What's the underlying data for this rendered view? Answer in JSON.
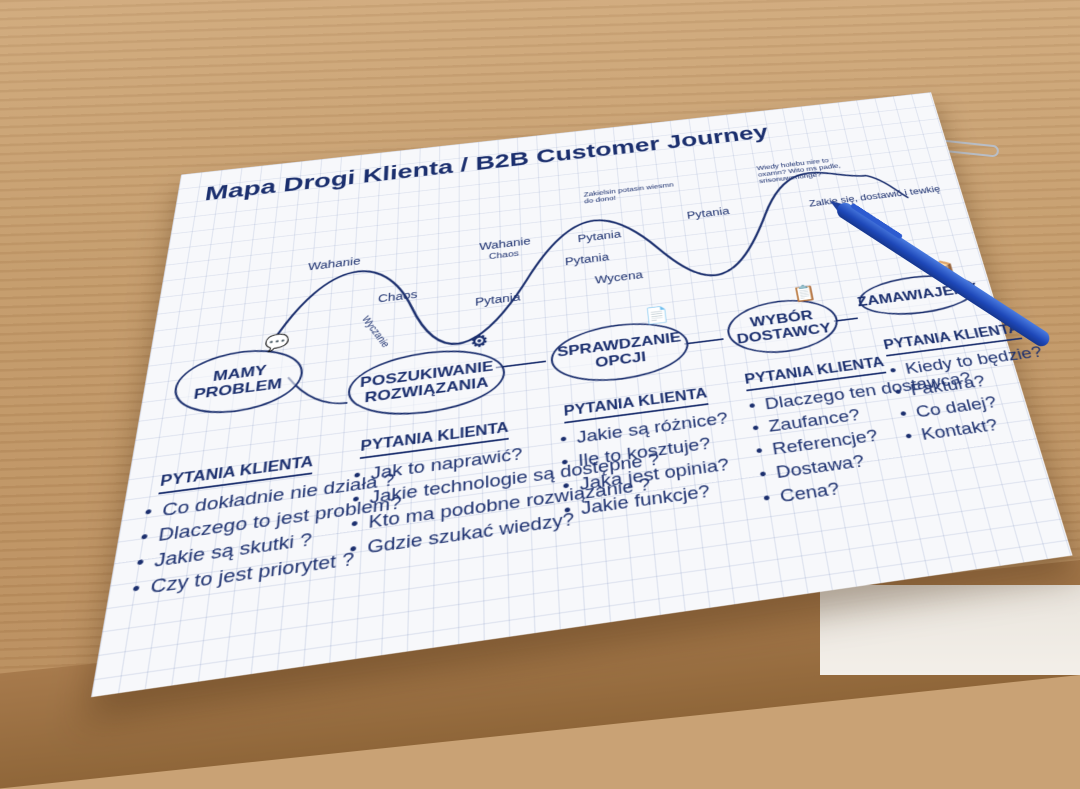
{
  "title": "Mapa Drogi Klienta / B2B Customer Journey",
  "emotions": {
    "wahanie_1": "Wahanie",
    "chaos_1": "Chaos",
    "wyczekanie": "Wyczanie",
    "wahanie_2": "Wahanie",
    "chaos_2": "Chaos",
    "pytania_1": "Pytania",
    "pytania_2": "Pytania",
    "pytania_3": "Pytania",
    "pytania_4": "Pytania",
    "wycena": "Wycena",
    "note_top_left": "Zakielsin potasin wiesmn do dono!",
    "note_top_right": "Wiedy holebu nire to oxamn? Wito ms padle, srisonuwenonge?",
    "note_right": "Zalkie się, dostawić i tewkię"
  },
  "stages": [
    {
      "label": "MAMY PROBLEM",
      "icon": "people-chat-icon"
    },
    {
      "label": "POSZUKIWANIE ROZWIĄZANIA",
      "icon": "network-icon"
    },
    {
      "label": "SPRAWDZANIE OPCJI",
      "icon": "document-icon"
    },
    {
      "label": "WYBÓR DOSTAWCY",
      "icon": "clipboard-icon"
    },
    {
      "label": "ZAMAWIAJEMY",
      "icon": "package-icon"
    }
  ],
  "columns": [
    {
      "heading": "PYTANIA KLIENTA",
      "questions": [
        "Co dokładnie nie działa ?",
        "Dlaczego to jest problem?",
        "Jakie są skutki ?",
        "Czy to jest priorytet ?"
      ]
    },
    {
      "heading": "PYTANIA KLIENTA",
      "questions": [
        "Jak to naprawić?",
        "Jakie technologie są dostępne ?",
        "Kto ma podobne rozwiązanie ?",
        "Gdzie szukać wiedzy?"
      ]
    },
    {
      "heading": "PYTANIA KLIENTA",
      "questions": [
        "Jakie są różnice?",
        "Ile to kosztuje?",
        "Jaka jest opinia?",
        "Jakie funkcje?"
      ]
    },
    {
      "heading": "PYTANIA KLIENTA",
      "questions": [
        "Dlaczego ten dostawca?",
        "Zaufance?",
        "Referencje?",
        "Dostawa?",
        "Cena?"
      ]
    },
    {
      "heading": "PYTANIA KLIENTA",
      "questions": [
        "Kiedy to będzie?",
        "Faktura?",
        "Co dalej?",
        "Kontakt?"
      ]
    }
  ],
  "colors": {
    "ink": "#1b2f6e",
    "pen": "#1d47b8",
    "wood": "#c39a6a",
    "paper": "#f7f8fb"
  }
}
